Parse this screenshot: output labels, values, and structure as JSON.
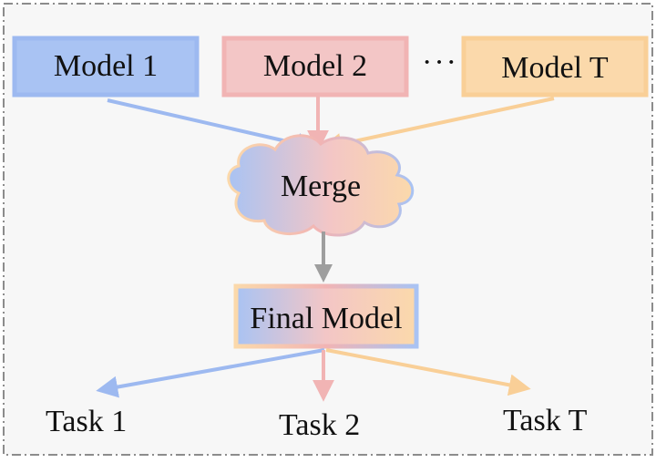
{
  "models": [
    {
      "label": "Model 1",
      "color": "#a9c3f3",
      "border": "#9db9f0"
    },
    {
      "label": "Model 2",
      "color": "#f3c6c6",
      "border": "#f1b4b4"
    },
    {
      "label": "Model T",
      "color": "#fbd9ab",
      "border": "#f9cf97"
    }
  ],
  "ellipsis": "···",
  "merge": {
    "label": "Merge"
  },
  "final": {
    "label": "Final Model"
  },
  "tasks": [
    {
      "label": "Task 1",
      "color": "#a9c3f3"
    },
    {
      "label": "Task 2",
      "color": "#f1b4b4"
    },
    {
      "label": "Task T",
      "color": "#fbd9ab"
    }
  ],
  "colors": {
    "frame_bg": "#f7f7f7",
    "frame_border": "#8c8c8c",
    "arrow_gray": "#9e9e9e"
  }
}
